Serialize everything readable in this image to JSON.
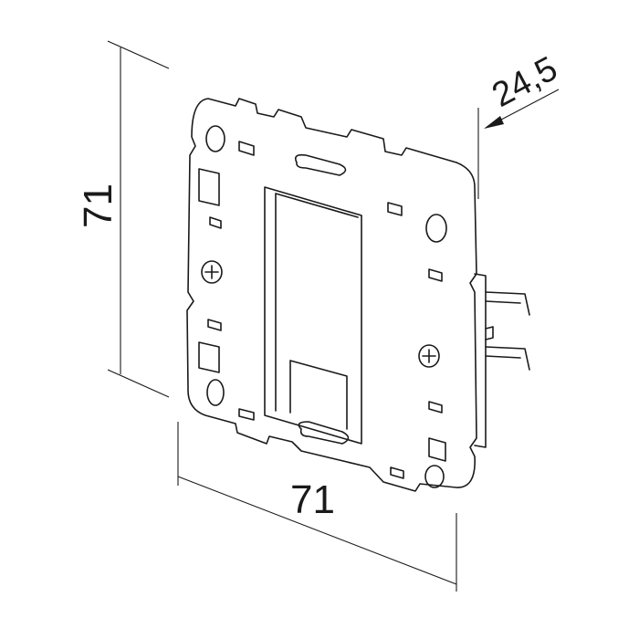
{
  "dimensions": {
    "height_label": "71",
    "width_label": "71",
    "depth_label": "24,5"
  },
  "colors": {
    "line": "#1a1a1a",
    "background": "#ffffff"
  }
}
